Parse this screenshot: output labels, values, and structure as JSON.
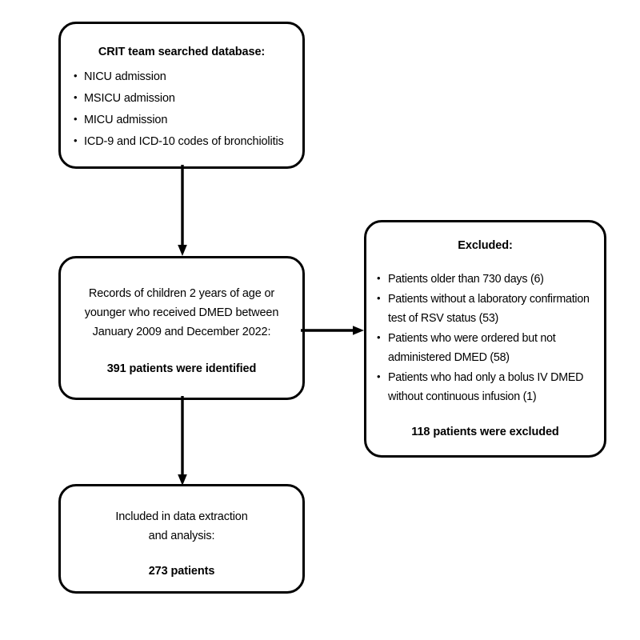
{
  "diagram": {
    "type": "patient-selection-flowchart",
    "nodes": {
      "search": {
        "title": "CRIT team searched database:",
        "bullets": [
          "NICU admission",
          "MSICU admission",
          "MICU admission",
          "ICD-9 and ICD-10 codes of bronchiolitis"
        ]
      },
      "records": {
        "line1": "Records of children 2 years of age or",
        "line2": "younger who received DMED between",
        "line3": "January 2009 and December 2022:",
        "emphasis": "391 patients were identified"
      },
      "excluded": {
        "title": "Excluded:",
        "bullets": [
          "Patients older than 730 days (6)",
          "Patients without a laboratory confirmation test of RSV status (53)",
          "Patients who were ordered but not administered DMED (58)",
          "Patients who had only a bolus IV DMED without continuous infusion (1)"
        ],
        "emphasis": "118 patients were excluded"
      },
      "included": {
        "line1": "Included in data extraction",
        "line2": "and analysis:",
        "emphasis": "273 patients"
      }
    },
    "connectors": [
      {
        "name": "search-to-records",
        "from": "search",
        "to": "records",
        "direction": "down"
      },
      {
        "name": "records-to-excluded",
        "from": "records",
        "to": "excluded",
        "direction": "right"
      },
      {
        "name": "records-to-included",
        "from": "records",
        "to": "included",
        "direction": "down"
      }
    ],
    "colors": {
      "background": "#ffffff",
      "stroke": "#000000",
      "text": "#000000"
    }
  }
}
